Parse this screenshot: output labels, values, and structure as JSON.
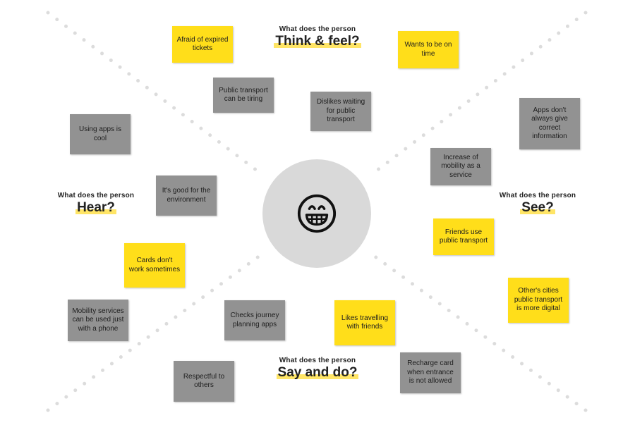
{
  "quadrants": {
    "think_feel": {
      "small": "What does the person",
      "big": "Think & feel?"
    },
    "hear": {
      "small": "What does the person",
      "big": "Hear?"
    },
    "see": {
      "small": "What does the person",
      "big": "See?"
    },
    "say_do": {
      "small": "What does the person",
      "big": "Say and do?"
    }
  },
  "center": {
    "icon": "grinning-face-icon"
  },
  "notes": [
    {
      "text": "Afraid of expired tickets",
      "color": "yellow"
    },
    {
      "text": "Wants to be on time",
      "color": "yellow"
    },
    {
      "text": "Public transport can be tiring",
      "color": "grey"
    },
    {
      "text": "Dislikes waiting for public transport",
      "color": "grey"
    },
    {
      "text": "Using apps is cool",
      "color": "grey"
    },
    {
      "text": "Apps don't always give correct information",
      "color": "grey"
    },
    {
      "text": "Increase of mobility as a service",
      "color": "grey"
    },
    {
      "text": "It's good for the environment",
      "color": "grey"
    },
    {
      "text": "Friends use public transport",
      "color": "yellow"
    },
    {
      "text": "Cards don't work sometimes",
      "color": "yellow"
    },
    {
      "text": "Other's cities public transport is more digital",
      "color": "yellow"
    },
    {
      "text": "Mobility services can be used just with a phone",
      "color": "grey"
    },
    {
      "text": "Checks journey planning apps",
      "color": "grey"
    },
    {
      "text": "Likes travelling with friends",
      "color": "yellow"
    },
    {
      "text": "Recharge card when entrance is not allowed",
      "color": "grey"
    },
    {
      "text": "Respectful to others",
      "color": "grey"
    }
  ],
  "colors": {
    "grey_note": "#929292",
    "yellow_note": "#ffde1a",
    "circle": "#d9d9d9",
    "highlight": "#ffe566"
  }
}
